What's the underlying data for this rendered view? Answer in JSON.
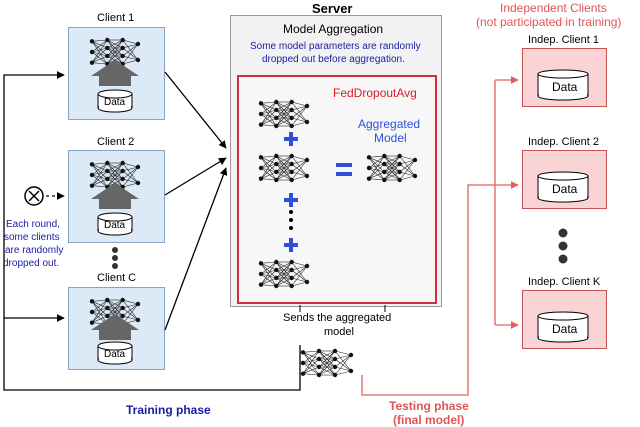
{
  "server": {
    "title": "Server",
    "subtitle": "Model Aggregation",
    "note_line1": "Some model parameters are randomly",
    "note_line2": "dropped out before aggregation.",
    "method": "FedDropoutAvg",
    "aggregated_line1": "Aggregated",
    "aggregated_line2": "Model",
    "send_line1": "Sends the aggregated",
    "send_line2": "model"
  },
  "clients": [
    {
      "label": "Client 1",
      "data": "Data"
    },
    {
      "label": "Client 2",
      "data": "Data"
    },
    {
      "label": "Client C",
      "data": "Data"
    }
  ],
  "dropout_note": [
    "Each round,",
    "some clients",
    "are randomly",
    "dropped out."
  ],
  "independent": {
    "title_line1": "Independent Clients",
    "title_line2": "(not participated in training)",
    "clients": [
      {
        "label": "Indep. Client 1",
        "data": "Data"
      },
      {
        "label": "Indep. Client 2",
        "data": "Data"
      },
      {
        "label": "Indep. Client K",
        "data": "Data"
      }
    ]
  },
  "phases": {
    "training": "Training phase",
    "testing_line1": "Testing phase",
    "testing_line2": "(final model)"
  },
  "colors": {
    "blue_text": "#1a1aa8",
    "red_text": "#e05555",
    "plus": "#2f4fd8",
    "client_fill": "#dce9f6",
    "indep_fill": "#fad4d4",
    "red_line": "#e06060"
  }
}
